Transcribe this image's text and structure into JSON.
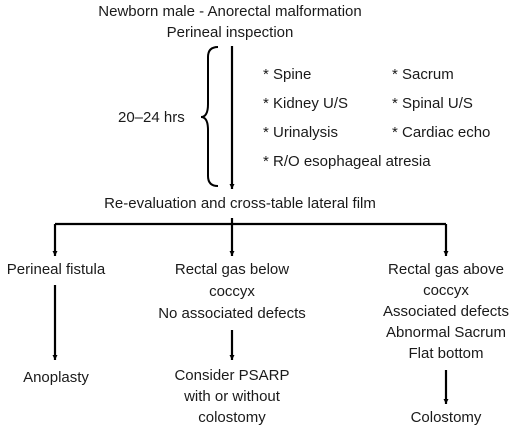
{
  "header": {
    "line1": "Newborn male - Anorectal malformation",
    "line2": "Perineal inspection"
  },
  "timeframe": "20–24 hrs",
  "workup": {
    "col1": [
      "* Spine",
      "* Kidney U/S",
      "* Urinalysis",
      "* R/O esophageal atresia"
    ],
    "col2": [
      "* Sacrum",
      "* Spinal U/S",
      "* Cardiac echo"
    ]
  },
  "reevaluation": "Re-evaluation and cross-table lateral film",
  "branches": {
    "left": {
      "finding": [
        "Perineal fistula"
      ],
      "outcome": [
        "Anoplasty"
      ]
    },
    "middle": {
      "finding": [
        "Rectal gas below",
        "coccyx",
        "No associated defects"
      ],
      "outcome": [
        "Consider PSARP",
        "with or without",
        "colostomy"
      ]
    },
    "right": {
      "finding": [
        "Rectal gas above",
        "coccyx",
        "Associated defects",
        "Abnormal Sacrum",
        "Flat bottom"
      ],
      "outcome": [
        "Colostomy"
      ]
    }
  }
}
